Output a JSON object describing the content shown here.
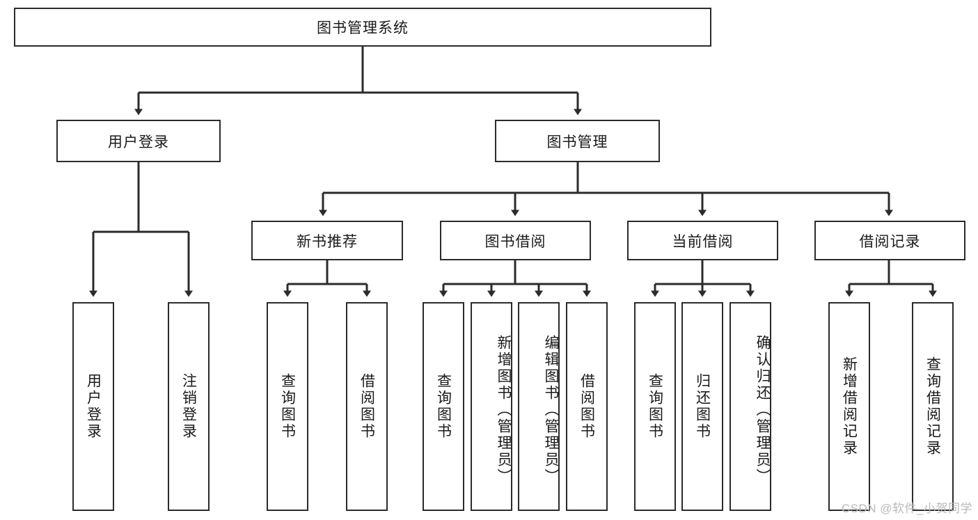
{
  "diagram": {
    "type": "tree-hierarchy-flowchart",
    "title": "图书管理系统",
    "root": {
      "id": "root",
      "label": "图书管理系统"
    },
    "level2": [
      {
        "id": "user-login",
        "label": "用户登录"
      },
      {
        "id": "book-manage",
        "label": "图书管理"
      }
    ],
    "level3": [
      {
        "id": "new-book-recommend",
        "label": "新书推荐",
        "parent": "book-manage"
      },
      {
        "id": "book-borrow",
        "label": "图书借阅",
        "parent": "book-manage"
      },
      {
        "id": "current-borrow",
        "label": "当前借阅",
        "parent": "book-manage"
      },
      {
        "id": "borrow-record",
        "label": "借阅记录",
        "parent": "book-manage"
      }
    ],
    "leaves": [
      {
        "id": "leaf-user-login",
        "label": "用户登录",
        "parent": "user-login"
      },
      {
        "id": "leaf-logout-login",
        "label": "注销登录",
        "parent": "user-login"
      },
      {
        "id": "leaf-query-book-1",
        "label": "查询图书",
        "parent": "new-book-recommend"
      },
      {
        "id": "leaf-borrow-book-1",
        "label": "借阅图书",
        "parent": "new-book-recommend"
      },
      {
        "id": "leaf-query-book-2",
        "label": "查询图书",
        "parent": "book-borrow"
      },
      {
        "id": "leaf-add-book",
        "label": "新增图书（管理员）",
        "parent": "book-borrow"
      },
      {
        "id": "leaf-edit-book",
        "label": "编辑图书（管理员）",
        "parent": "book-borrow"
      },
      {
        "id": "leaf-borrow-book-2",
        "label": "借阅图书",
        "parent": "book-borrow"
      },
      {
        "id": "leaf-query-book-3",
        "label": "查询图书",
        "parent": "current-borrow"
      },
      {
        "id": "leaf-return-book",
        "label": "归还图书",
        "parent": "current-borrow"
      },
      {
        "id": "leaf-confirm-return",
        "label": "确认归还（管理员）",
        "parent": "current-borrow"
      },
      {
        "id": "leaf-add-record",
        "label": "新增借阅记录",
        "parent": "borrow-record"
      },
      {
        "id": "leaf-query-record",
        "label": "查询借阅记录",
        "parent": "borrow-record"
      }
    ],
    "colors": {
      "border": "#2b2b2b",
      "background": "#ffffff",
      "text": "#1a1a1a",
      "connector": "#2b2b2b",
      "watermark": "#b9b9b9"
    }
  },
  "watermark": {
    "text": "CSDN @软件_小贺同学"
  }
}
